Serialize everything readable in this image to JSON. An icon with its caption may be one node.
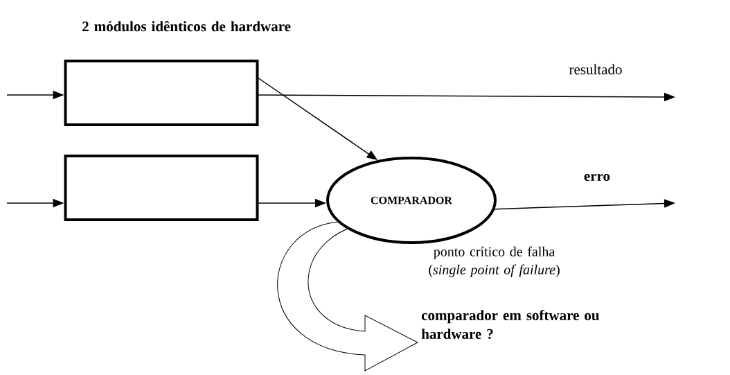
{
  "diagram": {
    "nodes": [
      {
        "text": [],
        "shape": "box"
      },
      {
        "text": [],
        "shape": "box"
      },
      {
        "text": [
          "COMPARADOR"
        ],
        "beside": [
          "ponto crítico de falha (*single point of failure*)"
        ]
      }
    ],
    "edges": [
      {
        "from": null,
        "to": 0,
        "arrow": "to"
      },
      {
        "from": null,
        "to": 1,
        "arrow": "to"
      },
      {
        "from": 0,
        "to": null,
        "arrow": "to",
        "label": "resultado"
      },
      {
        "from": 0,
        "to": 2,
        "arrow": "to"
      },
      {
        "from": 1,
        "to": 2,
        "arrow": "to"
      },
      {
        "from": 2,
        "to": null,
        "arrow": "to",
        "label": "erro"
      }
    ],
    "labels": [
      "2 módulos idênticos de hardware",
      "comparador em software ou hardware ?"
    ]
  }
}
